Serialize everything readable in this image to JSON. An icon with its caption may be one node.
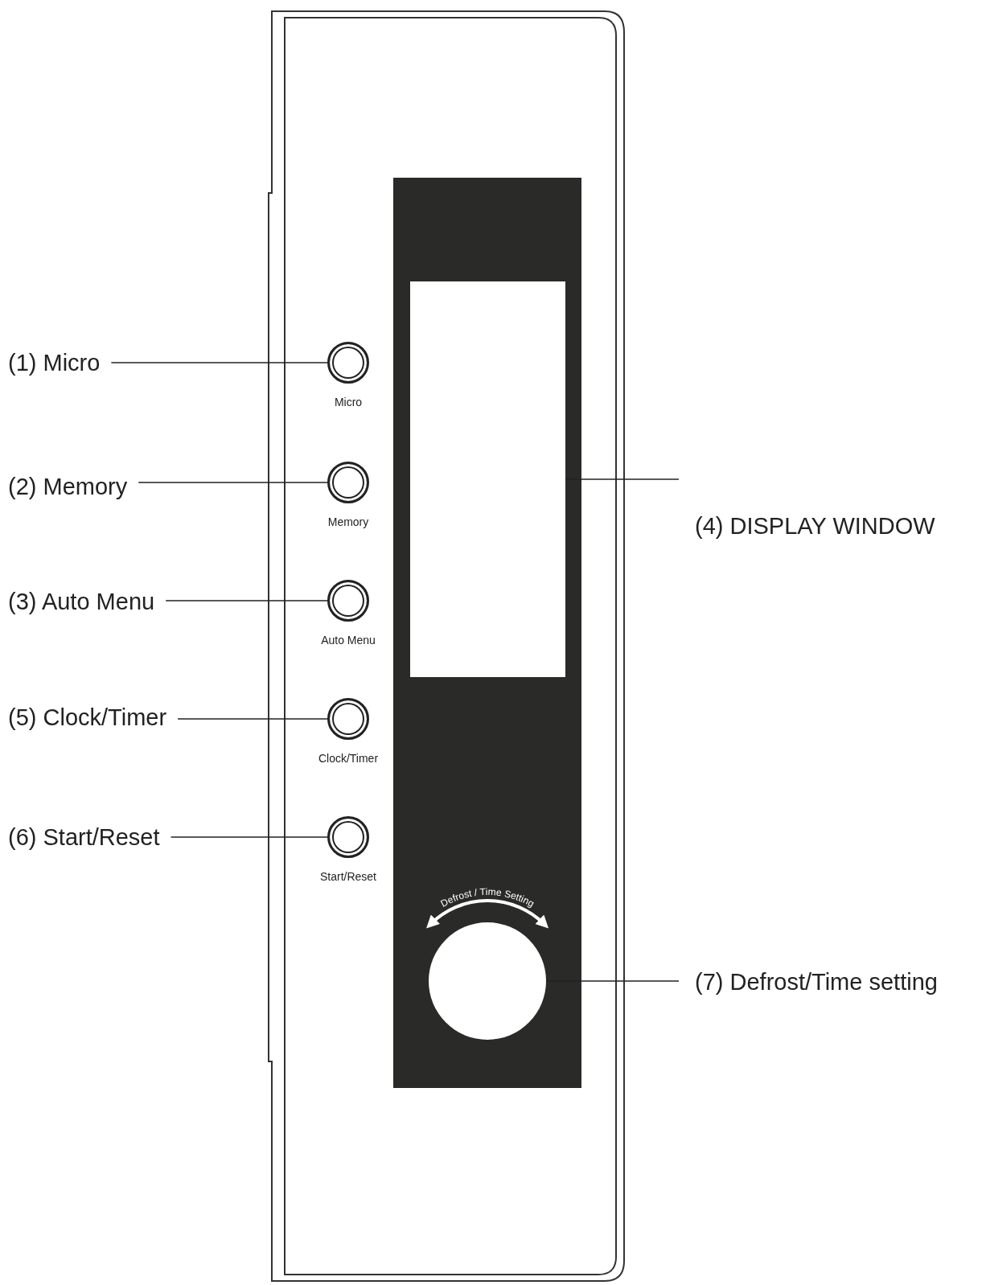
{
  "diagram": {
    "nodes": [
      {
        "text": [
          "(1) Micro"
        ]
      },
      {
        "text": [],
        "shape": "circle",
        "beside": [
          "Micro"
        ]
      },
      {
        "text": [
          "(2) Memory"
        ]
      },
      {
        "text": [],
        "shape": "circle",
        "beside": [
          "Memory"
        ]
      },
      {
        "text": [
          "(3) Auto Menu"
        ]
      },
      {
        "text": [],
        "shape": "circle",
        "beside": [
          "Auto Menu"
        ]
      },
      {
        "text": [],
        "shape": "box"
      },
      {
        "text": [
          "(4) DISPLAY WINDOW"
        ]
      },
      {
        "text": [
          "(5) Clock/Timer"
        ]
      },
      {
        "text": [],
        "shape": "circle",
        "beside": [
          "Clock/Timer"
        ]
      },
      {
        "text": [
          "(6) Start/Reset"
        ]
      },
      {
        "text": [],
        "shape": "circle",
        "beside": [
          "Start/Reset"
        ]
      },
      {
        "text": [],
        "shape": "circle"
      },
      {
        "text": [
          "(7) Defrost/Time setting"
        ]
      }
    ],
    "edges": [
      {
        "from": 0,
        "to": 1,
        "arrow": "none"
      },
      {
        "from": 2,
        "to": 3,
        "arrow": "none"
      },
      {
        "from": 4,
        "to": 5,
        "arrow": "none"
      },
      {
        "from": 7,
        "to": 6,
        "arrow": "none"
      },
      {
        "from": 8,
        "to": 9,
        "arrow": "none"
      },
      {
        "from": 10,
        "to": 11,
        "arrow": "none"
      },
      {
        "from": 13,
        "to": 12,
        "arrow": "none"
      }
    ],
    "labels": [
      "Defrost / Time Setting"
    ]
  }
}
